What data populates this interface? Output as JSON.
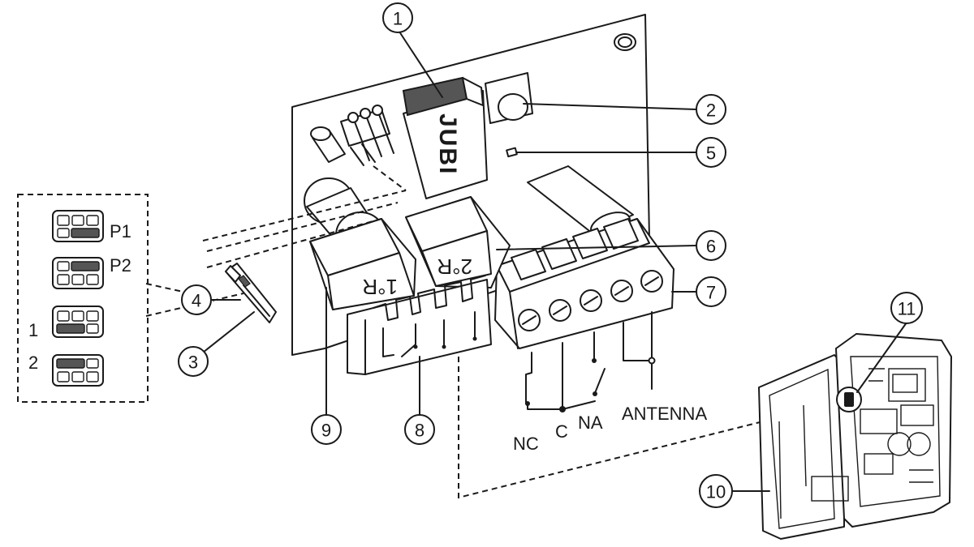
{
  "module": {
    "brand": "JUBI",
    "relay_1": "1°R",
    "relay_2": "2°R"
  },
  "jumpers": {
    "p1": "P1",
    "p2": "P2",
    "one": "1",
    "two": "2"
  },
  "terminals": {
    "nc": "NC",
    "c": "C",
    "na": "NA",
    "antenna": "ANTENNA"
  },
  "callouts": [
    "1",
    "2",
    "3",
    "4",
    "5",
    "6",
    "7",
    "8",
    "9",
    "10",
    "11"
  ],
  "colors": {
    "line": "#1a1a1a",
    "dark_fill": "#555555",
    "background": "#ffffff"
  }
}
